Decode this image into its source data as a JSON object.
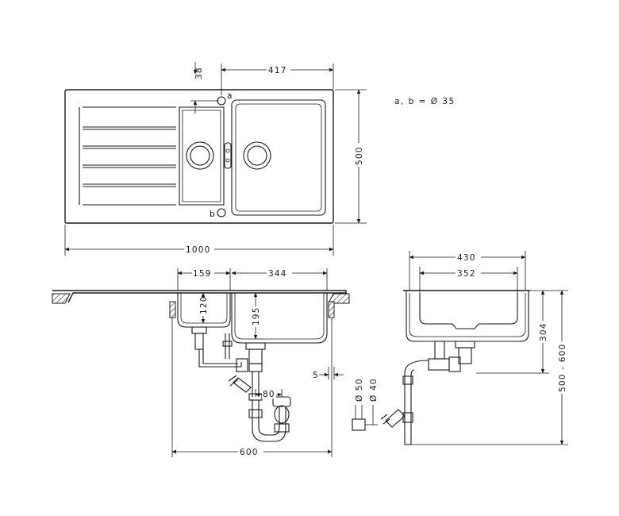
{
  "colors": {
    "line": "#1a1a1a",
    "background": "#ffffff"
  },
  "note": "a, b = Ø 35",
  "top_view": {
    "hole_a_label": "a",
    "hole_b_label": "b",
    "dims": {
      "top_offset": "38",
      "bowl_width": "417",
      "depth": "500",
      "total_width": "1000"
    }
  },
  "front_view": {
    "dims": {
      "small_bowl_width": "159",
      "main_bowl_width": "344",
      "small_bowl_depth": "120",
      "main_bowl_depth": "195",
      "overhang": "5",
      "drain_offset": "80",
      "cabinet_width": "600",
      "pipe_d50": "Ø 50",
      "pipe_d40": "Ø 40"
    }
  },
  "side_view": {
    "dims": {
      "outer_width": "430",
      "inner_width": "352",
      "bowl_depth": "304",
      "installation_height": "500 - 600"
    }
  }
}
